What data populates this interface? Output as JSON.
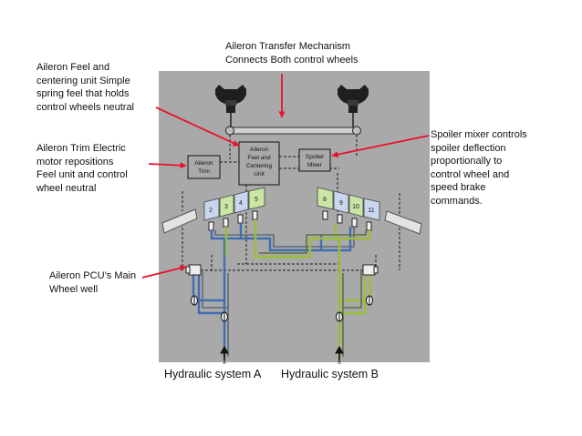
{
  "callouts": {
    "transfer": "Aileron Transfer Mechanism\nConnects Both control wheels",
    "feel": "Aileron Feel and\ncentering unit Simple\nspring feel that holds\ncontrol wheels neutral",
    "trim": "Aileron Trim Electric\nmotor repositions\nFeel unit and control\nwheel neutral",
    "spoiler": "Spoiler mixer controls\nspoiler deflection\nproportionally to\ncontrol wheel and\nspeed brake\ncommands.",
    "pcu": "Aileron PCU’s Main\nWheel well"
  },
  "diagram": {
    "trim_box": "Aileron\nTrim",
    "feel_box": "Aileron\nFeel and\nCentering\nUnit",
    "mixer_box": "Spoiler\nMixer",
    "left_spoilers": [
      "2",
      "3",
      "4",
      "5"
    ],
    "right_spoilers": [
      "8",
      "9",
      "10",
      "11"
    ],
    "input_a": "A",
    "input_b": "B"
  },
  "hydraulics": {
    "system_a": "Hydraulic system A",
    "system_b": "Hydraulic system B"
  },
  "colors": {
    "arrow": "#e8112d",
    "panel": "#a9a9a9",
    "line_blue": "#3f6fb2",
    "line_green": "#9bbf3a",
    "spoiler_green": "#c9e6a4",
    "spoiler_blue": "#c8d6ee"
  }
}
